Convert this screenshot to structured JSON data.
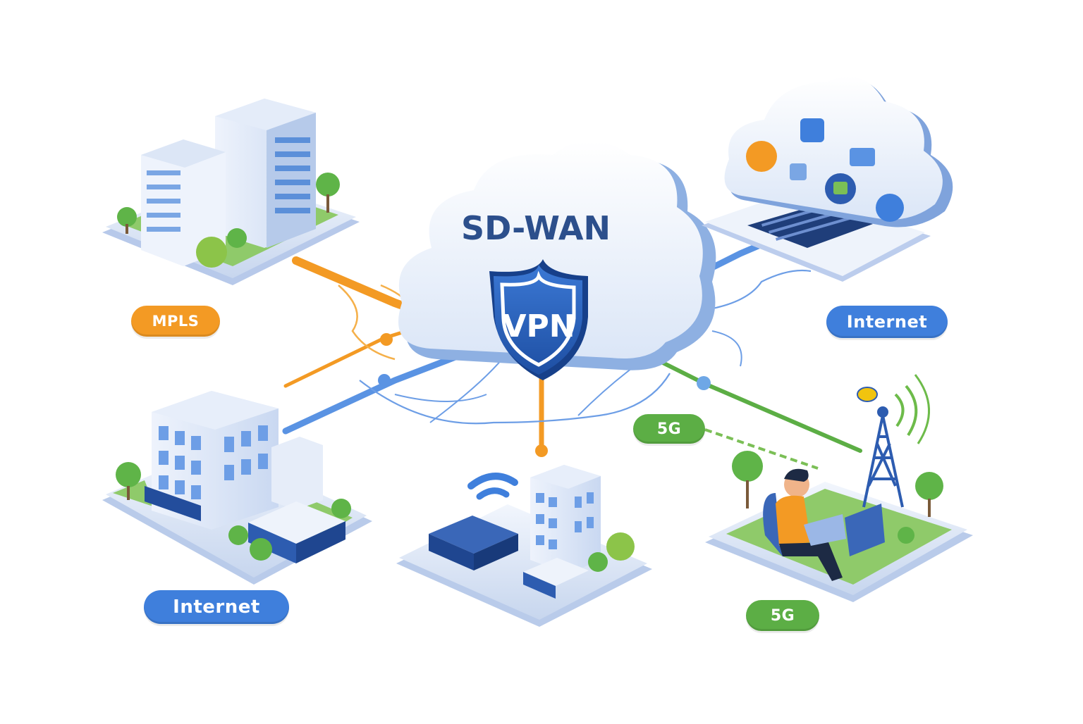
{
  "hub": {
    "title": "SD-WAN",
    "shield_label": "VPN"
  },
  "links": {
    "mpls": "MPLS",
    "internet_top_right": "Internet",
    "fiveg_middle": "5G",
    "internet_bottom_left": "Internet",
    "fiveg_bottom_right": "5G"
  },
  "colors": {
    "mpls": "#f39a24",
    "internet": "#3f7fdc",
    "fiveg": "#5cae45",
    "cloud": "#dfe9f8",
    "cloud_shade": "#7fa3dc",
    "shield": "#2c62b8",
    "title_text": "#2c4f8c"
  },
  "icons": [
    "headquarters-buildings-icon",
    "branch-office-icon",
    "wifi-branch-icon",
    "cloud-services-icon",
    "cell-tower-icon",
    "remote-worker-icon",
    "shield-icon"
  ]
}
